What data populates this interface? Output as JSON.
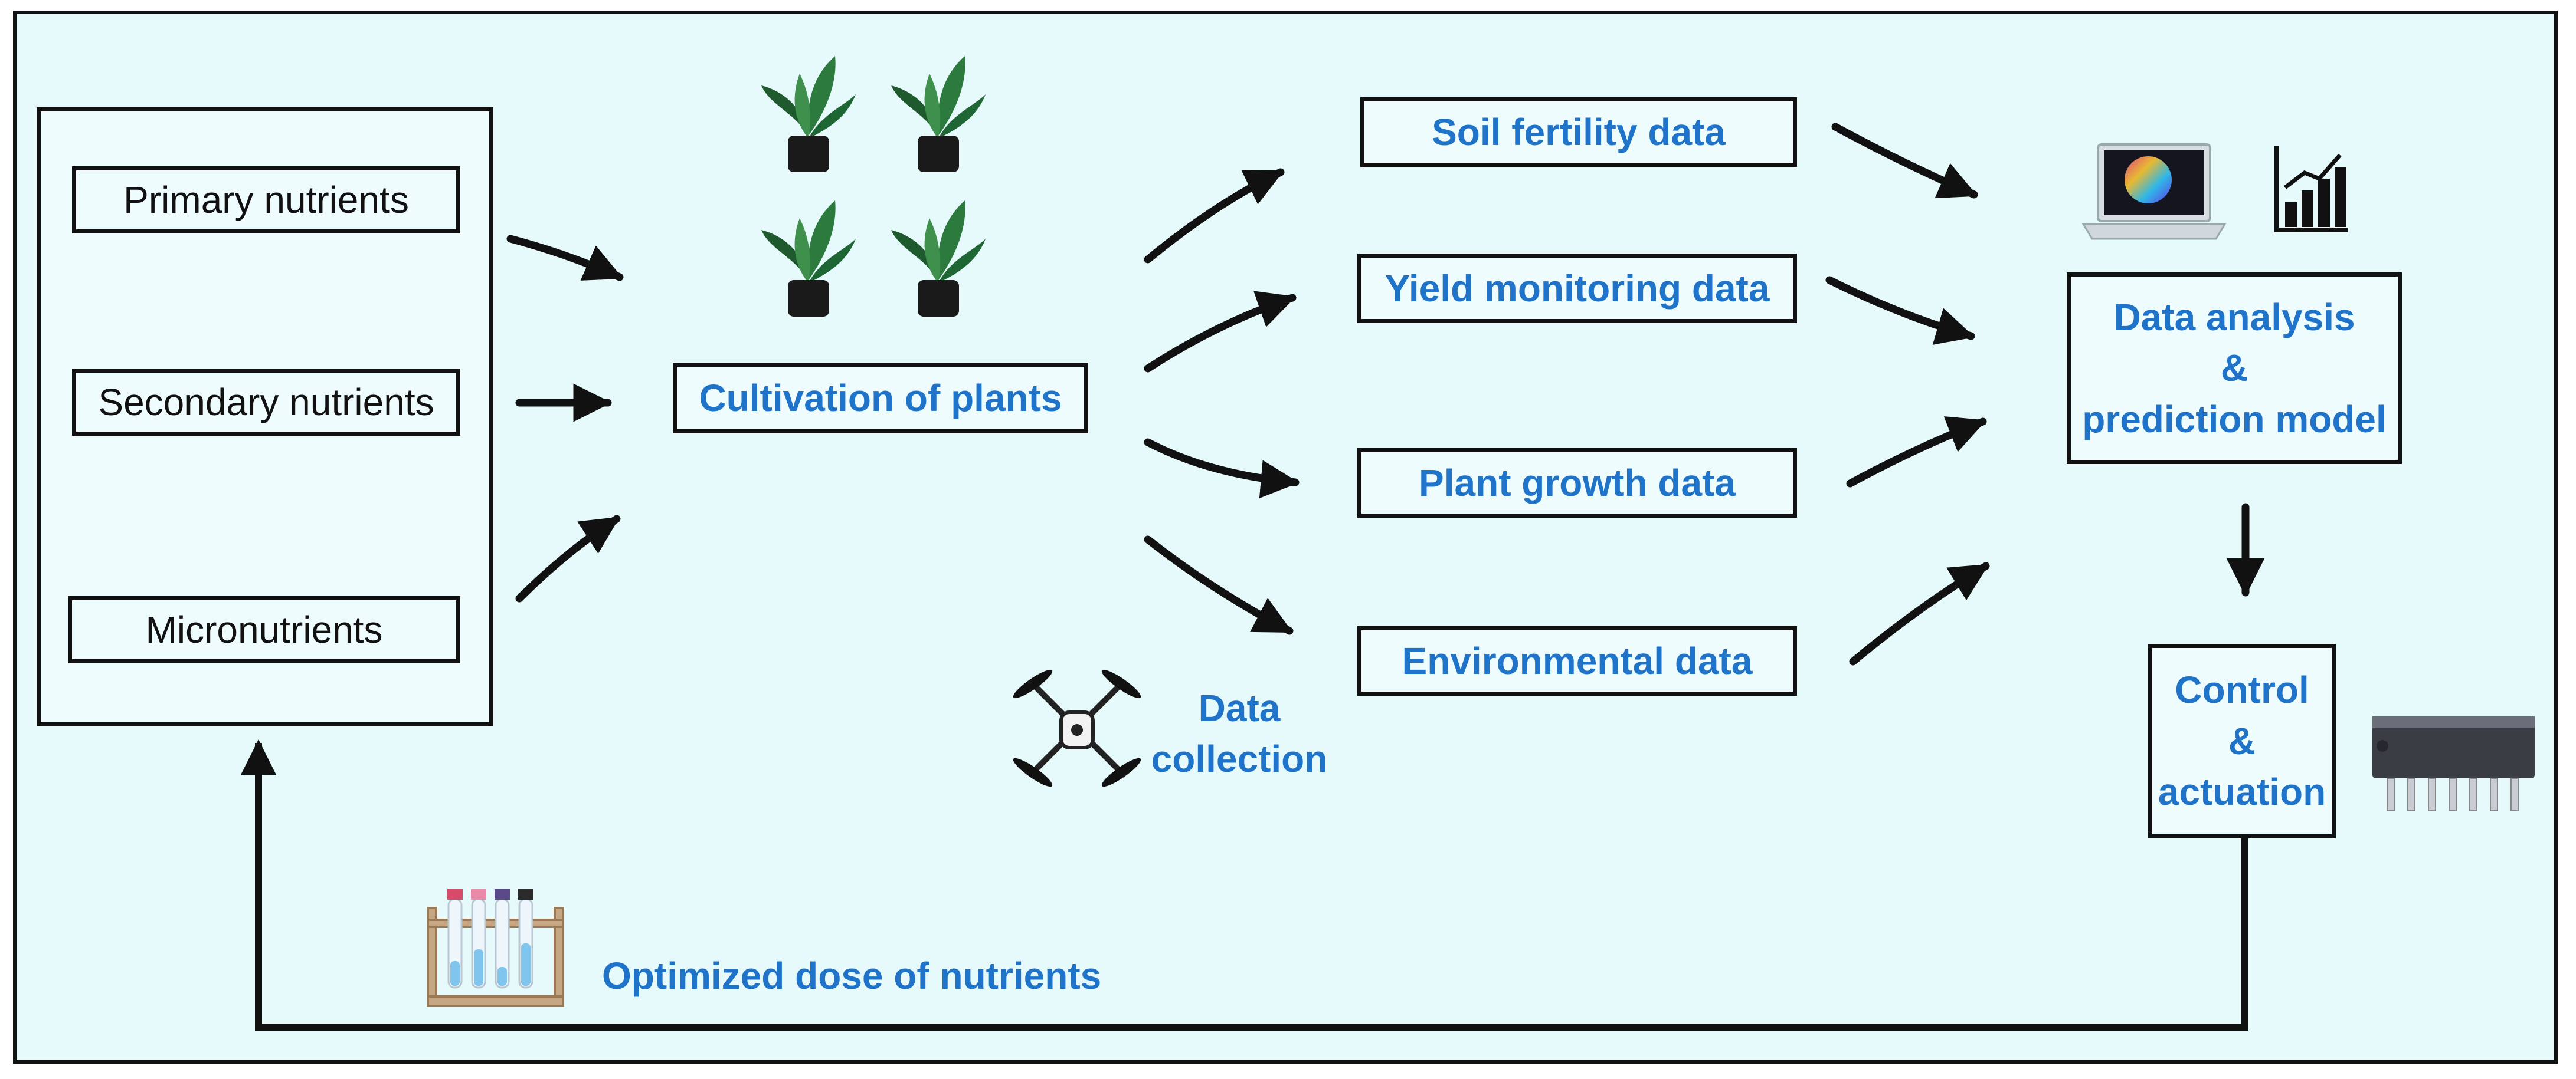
{
  "nutrients": {
    "primary": "Primary nutrients",
    "secondary": "Secondary nutrients",
    "micro": "Micronutrients"
  },
  "cultivation": "Cultivation of plants",
  "data_boxes": {
    "soil": "Soil fertility data",
    "yield": "Yield monitoring data",
    "growth": "Plant growth data",
    "environmental": "Environmental data"
  },
  "data_collection": {
    "line1": "Data",
    "line2": "collection"
  },
  "analysis": {
    "line1": "Data analysis",
    "line2": "&",
    "line3": "prediction model"
  },
  "control": {
    "line1": "Control",
    "line2": "&",
    "line3": "actuation"
  },
  "feedback_label": "Optimized dose of nutrients",
  "icons": [
    "plant-icon",
    "drone-icon",
    "laptop-icon",
    "bar-chart-icon",
    "microchip-icon",
    "test-tube-rack-icon"
  ],
  "colors": {
    "background": "#e6fafb",
    "accent_text": "#1f74c9",
    "lines": "#111111"
  }
}
